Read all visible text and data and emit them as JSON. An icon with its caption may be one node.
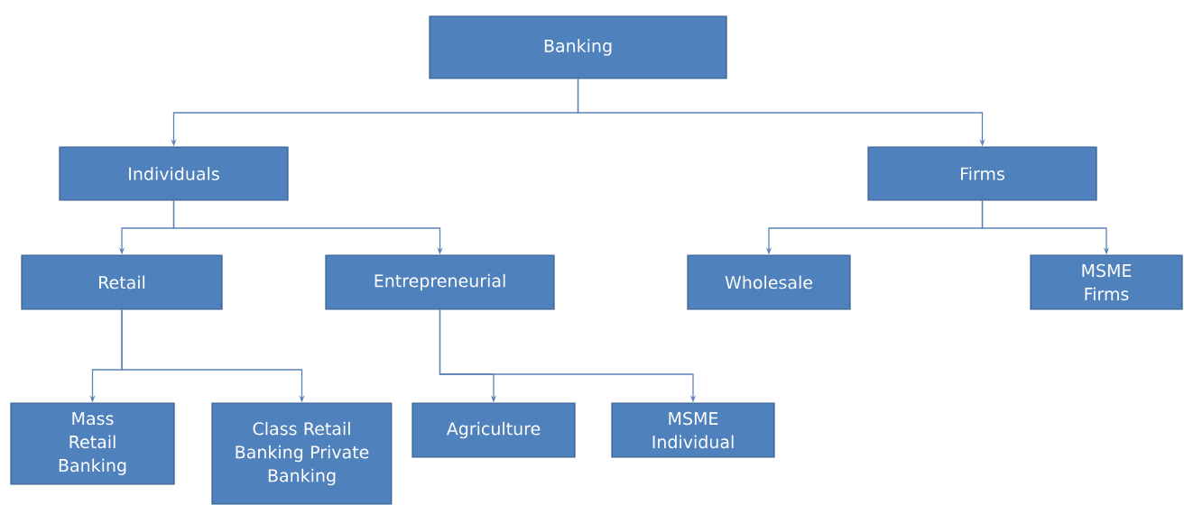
{
  "diagram": {
    "nodes": [
      {
        "text": [
          "Banking"
        ]
      },
      {
        "text": [
          "Individuals"
        ]
      },
      {
        "text": [
          "Firms"
        ]
      },
      {
        "text": [
          "Retail"
        ]
      },
      {
        "text": [
          "Entrepreneurial"
        ]
      },
      {
        "text": [
          "Wholesale"
        ]
      },
      {
        "text": [
          "MSME Firms"
        ]
      },
      {
        "text": [
          "Mass Retail Banking"
        ]
      },
      {
        "text": [
          "Class Retail Banking Private Banking"
        ]
      },
      {
        "text": [
          "Agriculture"
        ]
      },
      {
        "text": [
          "MSME Individual"
        ]
      }
    ],
    "edges": [
      {
        "from": 0,
        "to": 1,
        "arrow": "to"
      },
      {
        "from": 0,
        "to": 2,
        "arrow": "to"
      },
      {
        "from": 1,
        "to": 3,
        "arrow": "to"
      },
      {
        "from": 1,
        "to": 4,
        "arrow": "to"
      },
      {
        "from": 2,
        "to": 5,
        "arrow": "to"
      },
      {
        "from": 2,
        "to": 6,
        "arrow": "to"
      },
      {
        "from": 3,
        "to": 7,
        "arrow": "to"
      },
      {
        "from": 3,
        "to": 8,
        "arrow": "to"
      },
      {
        "from": 4,
        "to": 9,
        "arrow": "to"
      },
      {
        "from": 4,
        "to": 10,
        "arrow": "to"
      }
    ]
  }
}
